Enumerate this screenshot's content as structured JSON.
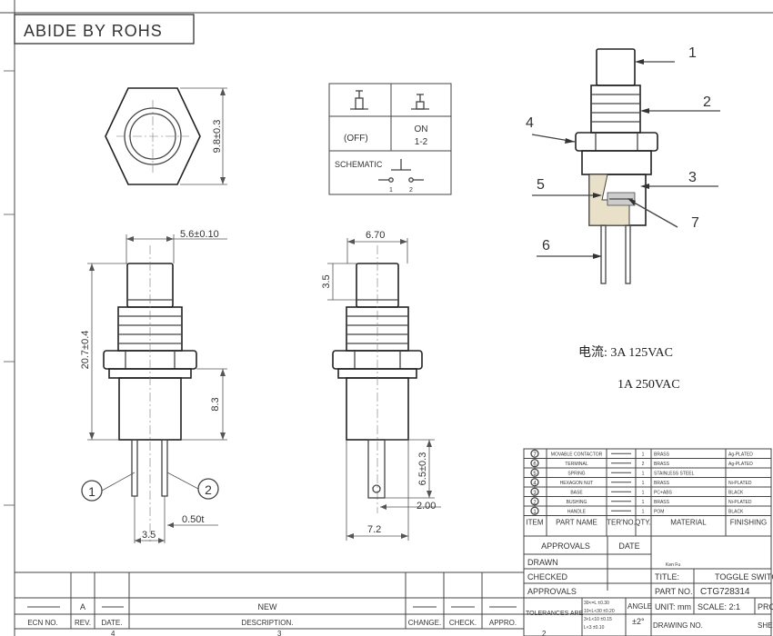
{
  "compliance_stamp": "ABIDE BY ROHS",
  "top_view": {
    "height_dim": "9.8±0.3"
  },
  "front_view": {
    "width_dim": "5.6±0.10",
    "height_dim": "20.7±0.4",
    "body_dim": "8.3",
    "pitch_dim": "3.5",
    "terminal_dim": "0.50t",
    "callout_1": "1",
    "callout_2": "2"
  },
  "side_view": {
    "width_dim": "6.70",
    "cap_dim": "3.5",
    "terminal_len_dim": "6.5±0.3",
    "hole_dim": "2.00",
    "base_dim": "7.2"
  },
  "schematic": {
    "off_label": "(OFF)",
    "on_label": "ON",
    "on_sub": "1-2",
    "schematic_label": "SCHEMATIC",
    "pin_1": "1",
    "pin_2": "2"
  },
  "section_callouts": [
    "1",
    "2",
    "3",
    "4",
    "5",
    "6",
    "7"
  ],
  "ratings": {
    "line_1": "电流: 3A 125VAC",
    "line_2": "1A 250VAC"
  },
  "bom": {
    "rows": [
      {
        "item": "7",
        "name": "MOVABLE CONTACTOR",
        "qty": "1",
        "material": "BRASS",
        "finishing": "Ag-PLATED"
      },
      {
        "item": "6",
        "name": "TERMINAL",
        "qty": "2",
        "material": "BRASS",
        "finishing": "Ag-PLATED"
      },
      {
        "item": "5",
        "name": "SPRING",
        "qty": "1",
        "material": "STAINLESS STEEL",
        "finishing": ""
      },
      {
        "item": "4",
        "name": "HEXAGON NUT",
        "qty": "1",
        "material": "BRASS",
        "finishing": "Ni-PLATED"
      },
      {
        "item": "3",
        "name": "BASE",
        "qty": "1",
        "material": "PC+ABS",
        "finishing": "BLACK"
      },
      {
        "item": "2",
        "name": "BUSHING",
        "qty": "1",
        "material": "BRASS",
        "finishing": "Ni-PLATED"
      },
      {
        "item": "1",
        "name": "HANDLE",
        "qty": "1",
        "material": "POM",
        "finishing": "BLACK"
      }
    ],
    "headers": {
      "item": "ITEM",
      "name": "PART NAME",
      "ter": "TER'NO.",
      "qty": "QTY.",
      "material": "MATERIAL",
      "finishing": "FINISHING"
    }
  },
  "title_block": {
    "approvals": "APPROVALS",
    "date": "DATE",
    "drawn": "DRAWN",
    "checked": "CHECKED",
    "approvals_2": "APPROVALS",
    "tolerances": "TOLERANCES ARE",
    "tol_rows": [
      "30<=L ±0.30",
      "10<L<30 ±0.20",
      "3<L<10 ±0.15",
      "L<3 ±0.10"
    ],
    "angle": "ANGLE",
    "angle_val": "±2°",
    "signature": "Ken Fu",
    "title_label": "TITLE:",
    "title_value": "TOGGLE SWITC",
    "part_label": "PART NO.",
    "part_value": "CTG728314",
    "unit": "UNIT: mm",
    "scale": "SCALE: 2:1",
    "pro": "PRC",
    "drawing_no": "DRAWING NO.",
    "sheet": "SHE"
  },
  "revision_block": {
    "rev_value": "A",
    "desc_value": "NEW",
    "headers": [
      "ECN NO.",
      "REV.",
      "DATE.",
      "DESCRIPTION.",
      "CHANGE.",
      "CHECK.",
      "APPRO."
    ]
  },
  "border_markers": {
    "bottom_4": "4",
    "bottom_3": "3",
    "bottom_2": "2"
  }
}
